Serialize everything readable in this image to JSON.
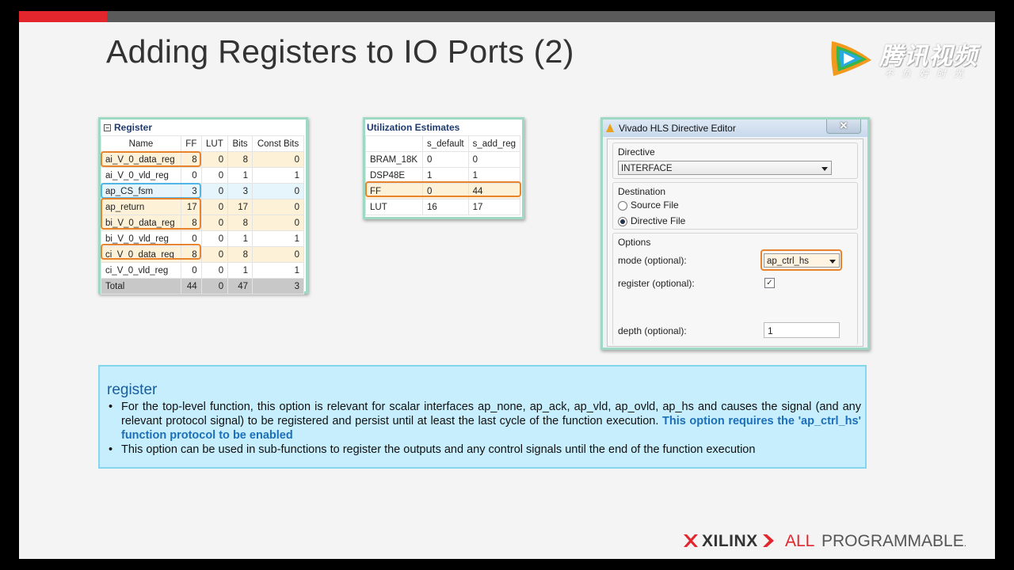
{
  "slide": {
    "title": "Adding Registers to IO Ports (2)",
    "colors": {
      "accent_red": "#e3262d",
      "highlight_orange": "#e8832e",
      "highlight_blue": "#4fb6e6",
      "info_bg": "#c6eefc",
      "info_title": "#1a5e9c"
    }
  },
  "watermark": {
    "name": "腾讯视频",
    "slogan": "不负好时光",
    "icon": "play-logo-icon"
  },
  "register_panel": {
    "heading": "Register",
    "collapse_symbol": "−",
    "columns": [
      "Name",
      "FF",
      "LUT",
      "Bits",
      "Const Bits"
    ],
    "rows": [
      [
        "ai_V_0_data_reg",
        "8",
        "0",
        "8",
        "0"
      ],
      [
        "ai_V_0_vld_reg",
        "0",
        "0",
        "1",
        "1"
      ],
      [
        "ap_CS_fsm",
        "3",
        "0",
        "3",
        "0"
      ],
      [
        "ap_return",
        "17",
        "0",
        "17",
        "0"
      ],
      [
        "bi_V_0_data_reg",
        "8",
        "0",
        "8",
        "0"
      ],
      [
        "bi_V_0_vld_reg",
        "0",
        "0",
        "1",
        "1"
      ],
      [
        "ci_V_0_data_reg",
        "8",
        "0",
        "8",
        "0"
      ],
      [
        "ci_V_0_vld_reg",
        "0",
        "0",
        "1",
        "1"
      ],
      [
        "Total",
        "44",
        "0",
        "47",
        "3"
      ]
    ]
  },
  "utilization_panel": {
    "heading": "Utilization Estimates",
    "columns": [
      "",
      "s_default",
      "s_add_reg"
    ],
    "rows": [
      [
        "BRAM_18K",
        "0",
        "0"
      ],
      [
        "DSP48E",
        "1",
        "1"
      ],
      [
        "FF",
        "0",
        "44"
      ],
      [
        "LUT",
        "16",
        "17"
      ]
    ]
  },
  "directive_editor": {
    "window_title": "Vivado HLS Directive Editor",
    "close_label": "✕",
    "directive_label": "Directive",
    "directive_value": "INTERFACE",
    "destination_label": "Destination",
    "source_file_label": "Source File",
    "directive_file_label": "Directive File",
    "selected_destination": "Directive File",
    "options_label": "Options",
    "mode_label": "mode (optional):",
    "mode_value": "ap_ctrl_hs",
    "register_label": "register (optional):",
    "register_checked": true,
    "register_check_symbol": "✓",
    "depth_label": "depth (optional):",
    "depth_value": "1"
  },
  "info_box": {
    "title": "register",
    "bullet1_text": "For the top-level function, this option is relevant for scalar interfaces ap_none, ap_ack, ap_vld, ap_ovld, ap_hs and causes the signal (and any relevant protocol signal) to be registered and persist until at least the last cycle of the function execution.",
    "bullet1_emphasis": "This option requires the 'ap_ctrl_hs' function protocol to be enabled",
    "bullet2_text": "This option can be used in sub-functions to register the outputs and any control signals until the end of the function execution"
  },
  "footer_logo": {
    "brand": "XILINX",
    "tagline_red": "ALL",
    "tagline_gray": "PROGRAMMABLE",
    "trademark": "."
  }
}
